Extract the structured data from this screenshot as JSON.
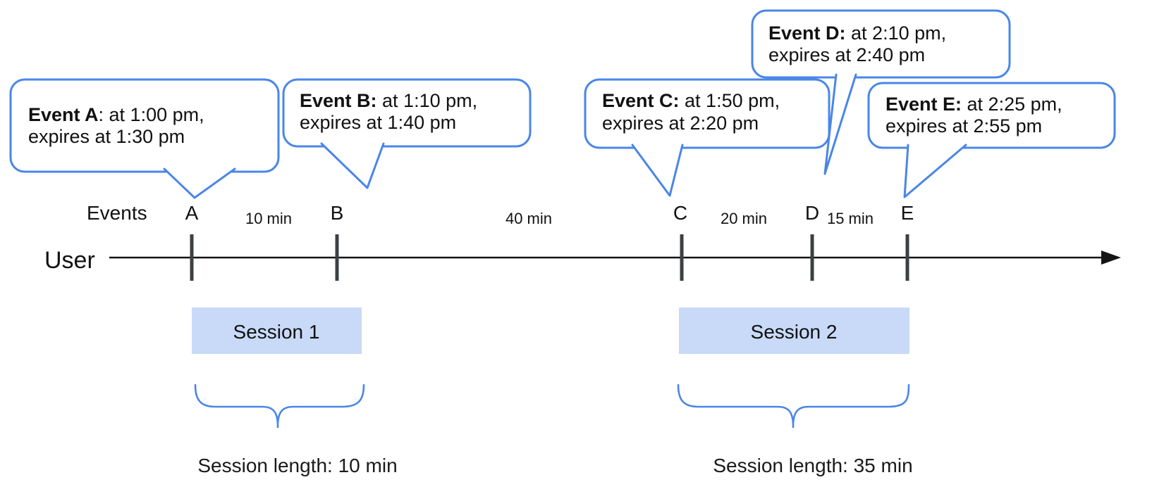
{
  "colors": {
    "accent_blue": "#4a86e8",
    "session_fill": "#c9daf8",
    "ink": "#111111",
    "tick_gray": "#3c4043"
  },
  "timeline": {
    "user_label": "User",
    "events_label": "Events",
    "event_ticks": [
      "A",
      "B",
      "C",
      "D",
      "E"
    ],
    "intervals": [
      "10 min",
      "40 min",
      "20 min",
      "15 min"
    ]
  },
  "bubbles": [
    {
      "event": "A",
      "bold": "Event A",
      "rest": ": at 1:00 pm,",
      "line2": "expires at 1:30 pm"
    },
    {
      "event": "B",
      "bold": "Event B:",
      "rest": " at 1:10 pm,",
      "line2": "expires at 1:40 pm"
    },
    {
      "event": "C",
      "bold": "Event C:",
      "rest": " at 1:50 pm,",
      "line2": "expires at 2:20 pm"
    },
    {
      "event": "D",
      "bold": "Event D:",
      "rest": " at 2:10 pm,",
      "line2": "expires at 2:40 pm"
    },
    {
      "event": "E",
      "bold": "Event E:",
      "rest": " at 2:25 pm,",
      "line2": "expires at 2:55 pm"
    }
  ],
  "sessions": [
    {
      "label": "Session 1",
      "length_label": "Session length: 10 min"
    },
    {
      "label": "Session 2",
      "length_label": "Session length: 35 min"
    }
  ]
}
